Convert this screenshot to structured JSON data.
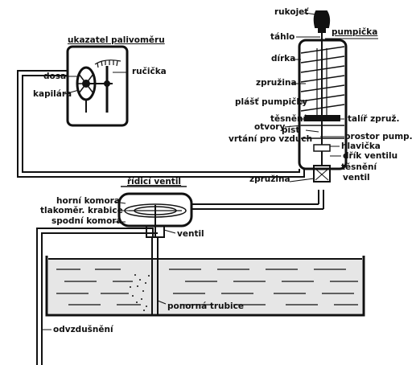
{
  "labels": {
    "rukojet": "rukojeť",
    "tahlo": "táhlo",
    "pumpicka": "pumpička",
    "ukazatel": "ukazatel palivoměru",
    "dirka": "dírka",
    "rucicka": "ručička",
    "dosa": "dosa",
    "kapilara": "kapilára",
    "zpruzina_top": "zpružina",
    "plast": "plášť pumpičky",
    "tesneni_top": "těsnění",
    "talir": "talíř zpruž.",
    "otvory": "otvory",
    "pist": "píst",
    "prostor": "prostor pump.",
    "vrtani": "vrtání pro vzduch",
    "hlavicka": "hlavička",
    "drik": "dřík ventilu",
    "tesneni_bottom": "těsnění",
    "ventil_right": "ventil",
    "zpruzina_bottom": "zpružina",
    "ridici": "řídicí ventil",
    "horni": "horní komora",
    "tlakomer": "tlakoměr. krabice",
    "spodni": "spodní komora",
    "ventil": "ventil",
    "ponorna": "ponorná trubice",
    "odvzdusneni": "odvzdušnění"
  },
  "colors": {
    "ink": "#111111",
    "paper": "#ffffff",
    "fuel": "#e6e6e6"
  }
}
